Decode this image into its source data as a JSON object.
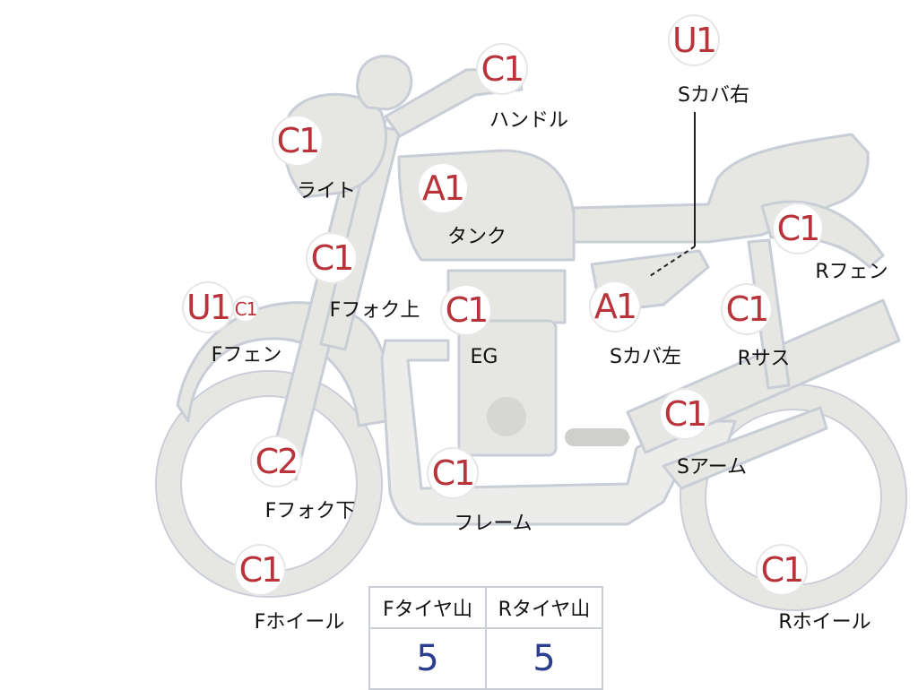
{
  "parts": [
    {
      "id": "handle",
      "grade": "C1",
      "label": "ハンドル"
    },
    {
      "id": "seat-cover-right",
      "grade": "U1",
      "label": "Sカバ右"
    },
    {
      "id": "light",
      "grade": "C1",
      "label": "ライト"
    },
    {
      "id": "tank",
      "grade": "A1",
      "label": "タンク"
    },
    {
      "id": "rear-fender",
      "grade": "C1",
      "label": "Rフェン"
    },
    {
      "id": "fork-upper",
      "grade": "C1",
      "label": "Fフォク上"
    },
    {
      "id": "front-fender",
      "grade": "U1",
      "grade2": "C1",
      "label": "Fフェン"
    },
    {
      "id": "engine",
      "grade": "C1",
      "label": "EG"
    },
    {
      "id": "seat-cover-left",
      "grade": "A1",
      "label": "Sカバ左"
    },
    {
      "id": "rear-suspension",
      "grade": "C1",
      "label": "Rサス"
    },
    {
      "id": "swing-arm",
      "grade": "C1",
      "label": "Sアーム"
    },
    {
      "id": "fork-lower",
      "grade": "C2",
      "label": "Fフォク下"
    },
    {
      "id": "frame",
      "grade": "C1",
      "label": "フレーム"
    },
    {
      "id": "front-wheel",
      "grade": "C1",
      "label": "Fホイール"
    },
    {
      "id": "rear-wheel",
      "grade": "C1",
      "label": "Rホイール"
    }
  ],
  "tires": {
    "headers": [
      "Fタイヤ山",
      "Rタイヤ山"
    ],
    "values": [
      "5",
      "5"
    ]
  },
  "colors": {
    "body": "#e6e6e3",
    "outline": "#c9cdd6",
    "grade": "#b8333a",
    "tire_value": "#2c3e8f"
  }
}
